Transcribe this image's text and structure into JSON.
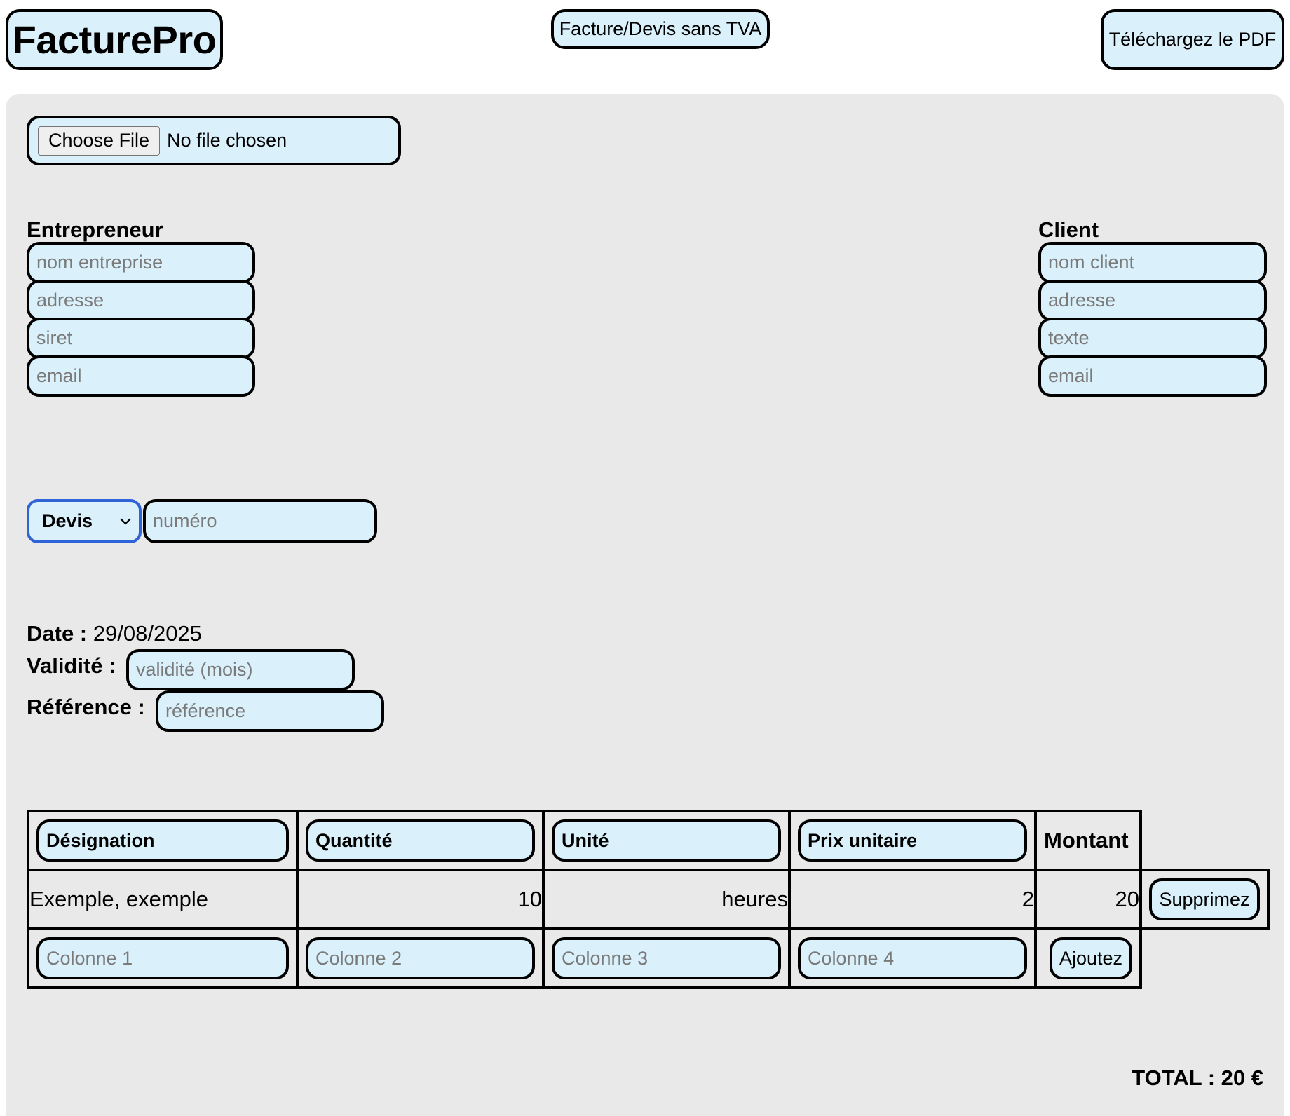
{
  "header": {
    "logo": "FacturePro",
    "mode_button": "Facture/Devis sans TVA",
    "pdf_button": "Téléchargez le PDF"
  },
  "file_input": {
    "button_label": "Choose File",
    "status": "No file chosen"
  },
  "entrepreneur": {
    "title": "Entrepreneur",
    "fields": [
      "nom entreprise",
      "adresse",
      "siret",
      "email"
    ]
  },
  "client": {
    "title": "Client",
    "fields": [
      "nom client",
      "adresse",
      "texte",
      "email"
    ]
  },
  "document": {
    "type_selected": "Devis",
    "numero_placeholder": "numéro"
  },
  "meta": {
    "date_label": "Date :",
    "date_value": "29/08/2025",
    "validite_label": "Validité :",
    "validite_placeholder": "validité (mois)",
    "reference_label": "Référence :",
    "reference_placeholder": "référence"
  },
  "table": {
    "headers": [
      "Désignation",
      "Quantité",
      "Unité",
      "Prix unitaire",
      "Montant"
    ],
    "rows": [
      {
        "designation": "Exemple, exemple",
        "quantite": "10",
        "unite": "heures",
        "prix": "2",
        "montant": "20",
        "delete_label": "Supprimez"
      }
    ],
    "new_row_placeholders": [
      "Colonne 1",
      "Colonne 2",
      "Colonne 3",
      "Colonne 4"
    ],
    "add_label": "Ajoutez"
  },
  "total": "TOTAL : 20 €"
}
